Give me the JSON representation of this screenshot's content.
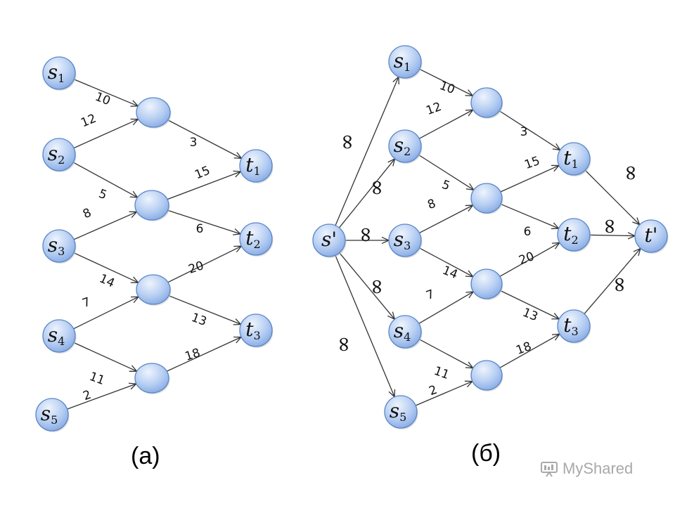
{
  "captions": {
    "left": "(a)",
    "right": "(б)"
  },
  "watermark": {
    "text": "MyShared"
  },
  "infinity_symbol": "∞",
  "colors": {
    "node_fill_top": "#dbe8fa",
    "node_fill_bottom": "#8fb3e9",
    "node_stroke": "#5b86c8",
    "edge": "#333333"
  },
  "left_graph": {
    "nodes": [
      {
        "id": "s1",
        "base": "s",
        "sub": "1"
      },
      {
        "id": "s2",
        "base": "s",
        "sub": "2"
      },
      {
        "id": "s3",
        "base": "s",
        "sub": "3"
      },
      {
        "id": "s4",
        "base": "s",
        "sub": "4"
      },
      {
        "id": "s5",
        "base": "s",
        "sub": "5"
      },
      {
        "id": "m1",
        "base": "",
        "sub": ""
      },
      {
        "id": "m2",
        "base": "",
        "sub": ""
      },
      {
        "id": "m3",
        "base": "",
        "sub": ""
      },
      {
        "id": "m4",
        "base": "",
        "sub": ""
      },
      {
        "id": "t1",
        "base": "t",
        "sub": "1"
      },
      {
        "id": "t2",
        "base": "t",
        "sub": "2"
      },
      {
        "id": "t3",
        "base": "t",
        "sub": "3"
      }
    ],
    "edges": [
      {
        "from": "s1",
        "to": "m1",
        "label": "10"
      },
      {
        "from": "s2",
        "to": "m1",
        "label": "12"
      },
      {
        "from": "m1",
        "to": "t1",
        "label": "3"
      },
      {
        "from": "s2",
        "to": "m2",
        "label": "5"
      },
      {
        "from": "s3",
        "to": "m2",
        "label": "8"
      },
      {
        "from": "m2",
        "to": "t1",
        "label": "15"
      },
      {
        "from": "m2",
        "to": "t2",
        "label": "6"
      },
      {
        "from": "s3",
        "to": "m3",
        "label": "14"
      },
      {
        "from": "s4",
        "to": "m3",
        "label": "7"
      },
      {
        "from": "m3",
        "to": "t2",
        "label": "20"
      },
      {
        "from": "m3",
        "to": "t3",
        "label": "13"
      },
      {
        "from": "s4",
        "to": "m4",
        "label": "11"
      },
      {
        "from": "s5",
        "to": "m4",
        "label": "2"
      },
      {
        "from": "m4",
        "to": "t3",
        "label": "18"
      }
    ]
  },
  "right_graph": {
    "nodes": [
      {
        "id": "sp",
        "base": "s'",
        "sub": ""
      },
      {
        "id": "s1",
        "base": "s",
        "sub": "1"
      },
      {
        "id": "s2",
        "base": "s",
        "sub": "2"
      },
      {
        "id": "s3",
        "base": "s",
        "sub": "3"
      },
      {
        "id": "s4",
        "base": "s",
        "sub": "4"
      },
      {
        "id": "s5",
        "base": "s",
        "sub": "5"
      },
      {
        "id": "m1",
        "base": "",
        "sub": ""
      },
      {
        "id": "m2",
        "base": "",
        "sub": ""
      },
      {
        "id": "m3",
        "base": "",
        "sub": ""
      },
      {
        "id": "m4",
        "base": "",
        "sub": ""
      },
      {
        "id": "t1",
        "base": "t",
        "sub": "1"
      },
      {
        "id": "t2",
        "base": "t",
        "sub": "2"
      },
      {
        "id": "t3",
        "base": "t",
        "sub": "3"
      },
      {
        "id": "tp",
        "base": "t'",
        "sub": ""
      }
    ],
    "edges": [
      {
        "from": "sp",
        "to": "s1",
        "label": "∞"
      },
      {
        "from": "sp",
        "to": "s2",
        "label": "∞"
      },
      {
        "from": "sp",
        "to": "s3",
        "label": "∞"
      },
      {
        "from": "sp",
        "to": "s4",
        "label": "∞"
      },
      {
        "from": "sp",
        "to": "s5",
        "label": "∞"
      },
      {
        "from": "s1",
        "to": "m1",
        "label": "10"
      },
      {
        "from": "s2",
        "to": "m1",
        "label": "12"
      },
      {
        "from": "m1",
        "to": "t1",
        "label": "3"
      },
      {
        "from": "s2",
        "to": "m2",
        "label": "5"
      },
      {
        "from": "s3",
        "to": "m2",
        "label": "8"
      },
      {
        "from": "m2",
        "to": "t1",
        "label": "15"
      },
      {
        "from": "m2",
        "to": "t2",
        "label": "6"
      },
      {
        "from": "s3",
        "to": "m3",
        "label": "14"
      },
      {
        "from": "s4",
        "to": "m3",
        "label": "7"
      },
      {
        "from": "m3",
        "to": "t2",
        "label": "20"
      },
      {
        "from": "m3",
        "to": "t3",
        "label": "13"
      },
      {
        "from": "s4",
        "to": "m4",
        "label": "11"
      },
      {
        "from": "s5",
        "to": "m4",
        "label": "2"
      },
      {
        "from": "m4",
        "to": "t3",
        "label": "18"
      },
      {
        "from": "t1",
        "to": "tp",
        "label": "∞"
      },
      {
        "from": "t2",
        "to": "tp",
        "label": "∞"
      },
      {
        "from": "t3",
        "to": "tp",
        "label": "∞"
      }
    ]
  }
}
